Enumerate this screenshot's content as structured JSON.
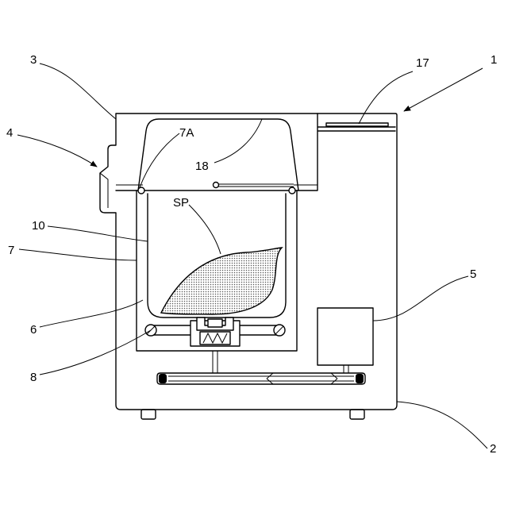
{
  "labels": {
    "housing": "1",
    "base": "2",
    "upper_panel": "3",
    "lid": "4",
    "motor": "5",
    "container_holder": "6",
    "outer_tub": "7",
    "flange": "7A",
    "drive_shaft": "8",
    "inner_container": "10",
    "slot": "17",
    "hinge_arm": "18",
    "sample": "SP"
  }
}
